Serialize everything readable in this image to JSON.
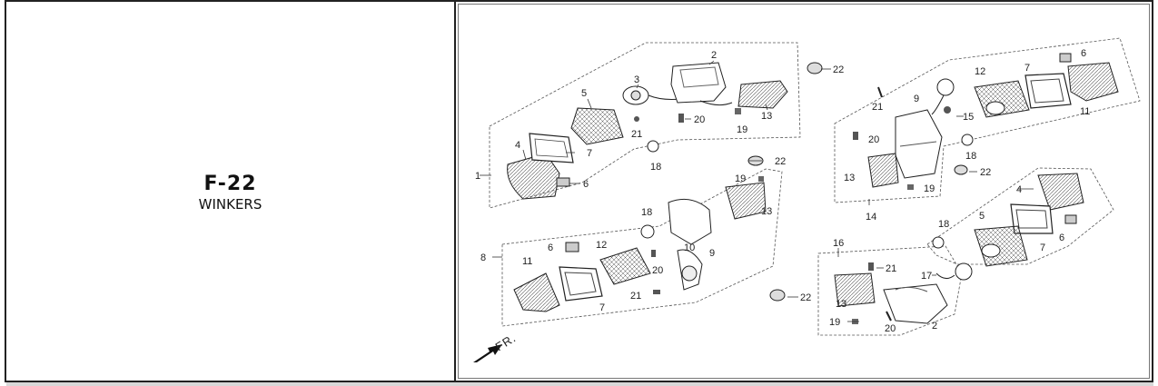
{
  "section": {
    "code": "F-22",
    "name": "WINKERS"
  },
  "diagram": {
    "direction_label": "FR.",
    "callouts": [
      {
        "id": "c1",
        "text": "1"
      },
      {
        "id": "c2a",
        "text": "2"
      },
      {
        "id": "c3",
        "text": "3"
      },
      {
        "id": "c4a",
        "text": "4"
      },
      {
        "id": "c5a",
        "text": "5"
      },
      {
        "id": "c6a",
        "text": "6"
      },
      {
        "id": "c7a",
        "text": "7"
      },
      {
        "id": "c13a",
        "text": "13"
      },
      {
        "id": "c18a",
        "text": "18"
      },
      {
        "id": "c19a",
        "text": "19"
      },
      {
        "id": "c20a",
        "text": "20"
      },
      {
        "id": "c21a",
        "text": "21"
      },
      {
        "id": "c22a",
        "text": "22"
      },
      {
        "id": "c22b",
        "text": "22"
      },
      {
        "id": "c19b",
        "text": "19"
      },
      {
        "id": "c13b",
        "text": "13"
      },
      {
        "id": "c18b",
        "text": "18"
      },
      {
        "id": "c6b",
        "text": "6"
      },
      {
        "id": "c12a",
        "text": "12"
      },
      {
        "id": "c8",
        "text": "8"
      },
      {
        "id": "c11a",
        "text": "11"
      },
      {
        "id": "c10",
        "text": "10"
      },
      {
        "id": "c9a",
        "text": "9"
      },
      {
        "id": "c20b",
        "text": "20"
      },
      {
        "id": "c21b",
        "text": "21"
      },
      {
        "id": "c7b",
        "text": "7"
      },
      {
        "id": "c21c",
        "text": "21"
      },
      {
        "id": "c9b",
        "text": "9"
      },
      {
        "id": "c12b",
        "text": "12"
      },
      {
        "id": "c7c",
        "text": "7"
      },
      {
        "id": "c6c",
        "text": "6"
      },
      {
        "id": "c11b",
        "text": "11"
      },
      {
        "id": "c15",
        "text": "15"
      },
      {
        "id": "c20c",
        "text": "20"
      },
      {
        "id": "c18c",
        "text": "18"
      },
      {
        "id": "c13c",
        "text": "13"
      },
      {
        "id": "c19c",
        "text": "19"
      },
      {
        "id": "c14",
        "text": "14"
      },
      {
        "id": "c22c",
        "text": "22"
      },
      {
        "id": "c4b",
        "text": "4"
      },
      {
        "id": "c5b",
        "text": "5"
      },
      {
        "id": "c7d",
        "text": "7"
      },
      {
        "id": "c6d",
        "text": "6"
      },
      {
        "id": "c18d",
        "text": "18"
      },
      {
        "id": "c16",
        "text": "16"
      },
      {
        "id": "c21d",
        "text": "21"
      },
      {
        "id": "c17",
        "text": "17"
      },
      {
        "id": "c13d",
        "text": "13"
      },
      {
        "id": "c19d",
        "text": "19"
      },
      {
        "id": "c20d",
        "text": "20"
      },
      {
        "id": "c2b",
        "text": "2"
      },
      {
        "id": "c22d",
        "text": "22"
      }
    ]
  }
}
